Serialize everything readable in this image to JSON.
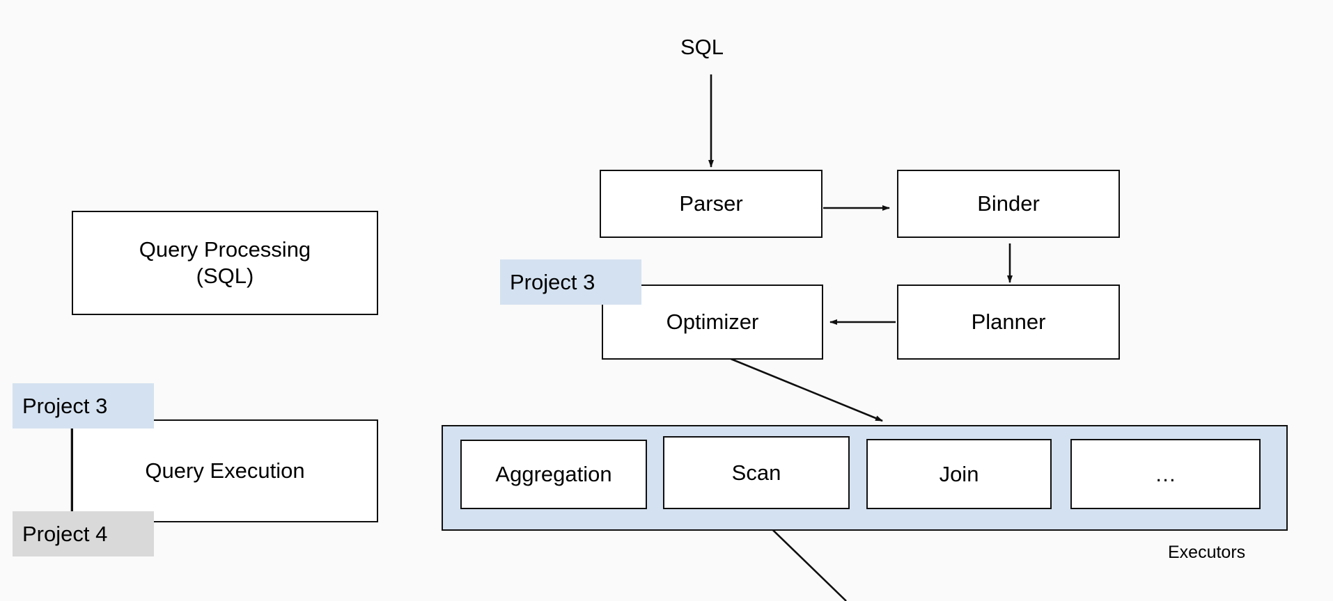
{
  "diagram": {
    "title_text": "SQL",
    "background_color": "#fafafa",
    "highlight_blue": "#d4e1f0",
    "highlight_gray": "#d9d9d9",
    "stroke_color": "#0f0f0f",
    "left_column": {
      "query_processing": {
        "line1": "Query Processing",
        "line2": "(SQL)"
      },
      "query_execution": {
        "label": "Query Execution"
      },
      "chip_project3": "Project 3",
      "chip_project4": "Project 4"
    },
    "pipeline": {
      "input_label": "SQL",
      "parser": "Parser",
      "binder": "Binder",
      "planner": "Planner",
      "optimizer": "Optimizer",
      "chip_project3": "Project 3"
    },
    "executors": {
      "group_label": "Executors",
      "items": [
        {
          "label": "Aggregation"
        },
        {
          "label": "Scan"
        },
        {
          "label": "Join"
        },
        {
          "label": "…"
        }
      ]
    }
  }
}
